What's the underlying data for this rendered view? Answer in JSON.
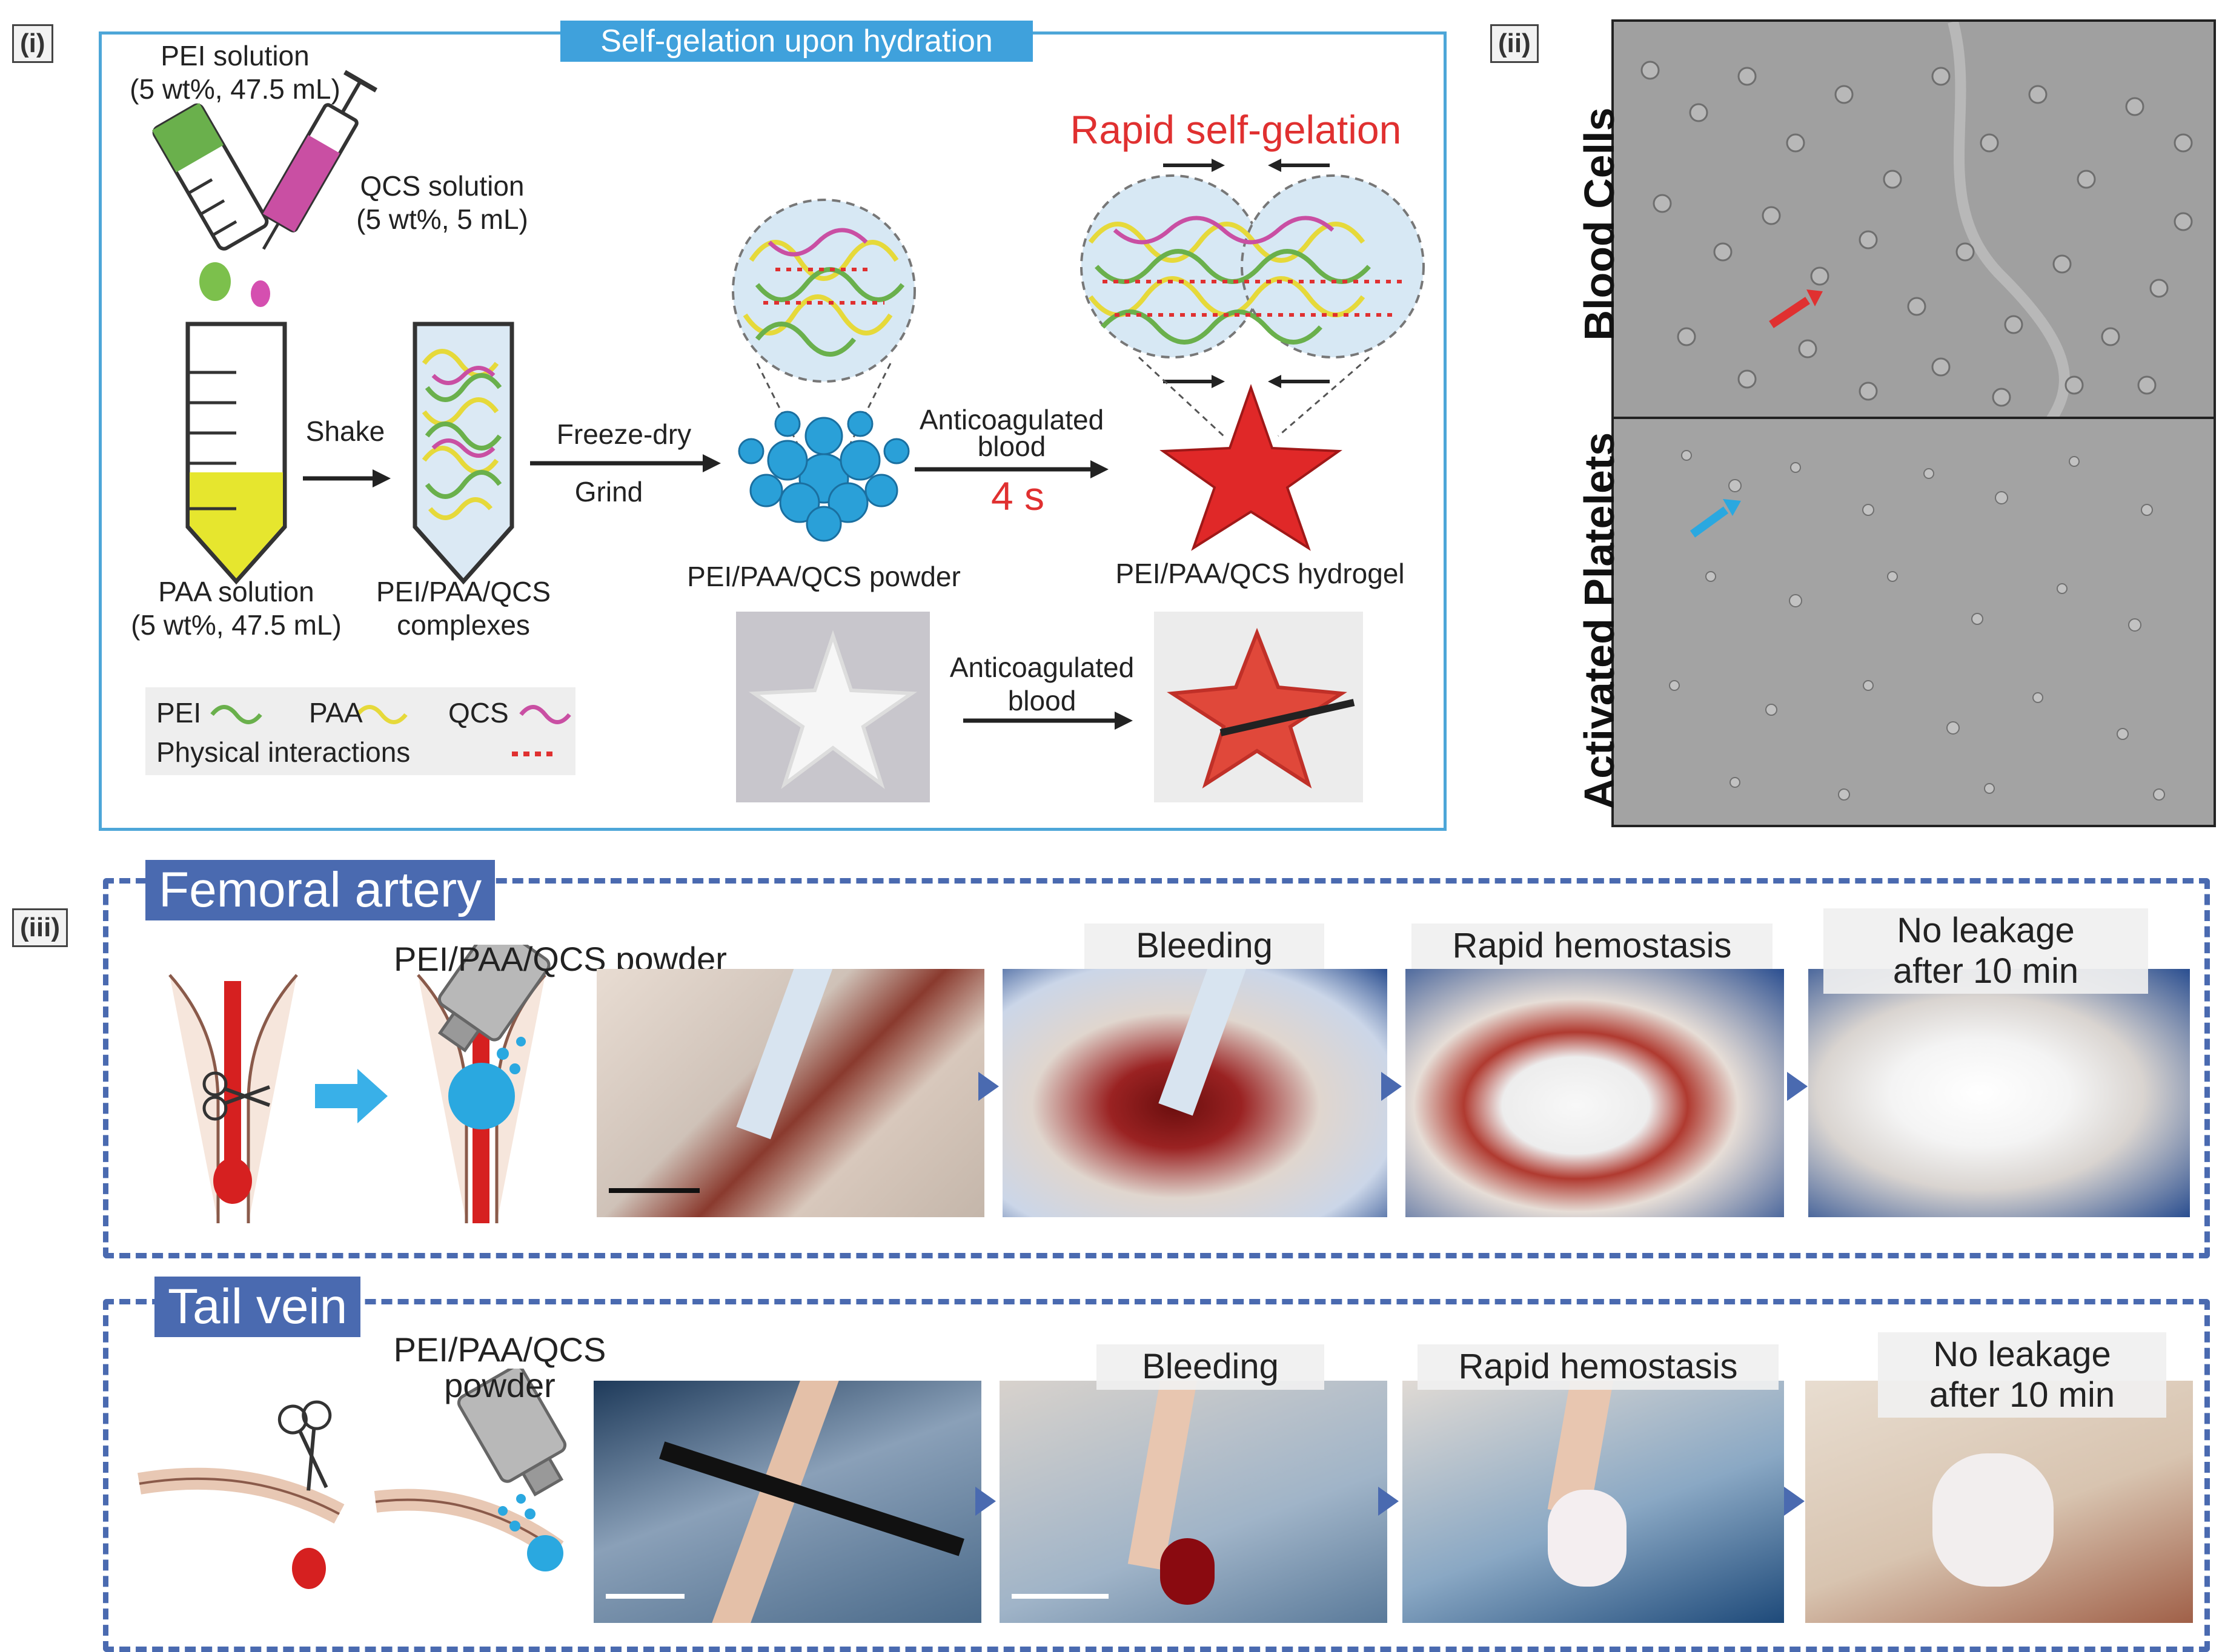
{
  "panels": {
    "i": "(i)",
    "ii": "(ii)",
    "iii": "(iii)"
  },
  "panel_i": {
    "banner": "Self-gelation upon hydration",
    "pei_label": "PEI solution\n(5 wt%, 47.5 mL)",
    "qcs_label": "QCS solution\n(5 wt%, 5 mL)",
    "paa_label": "PAA solution\n(5 wt%, 47.5 mL)",
    "shake": "Shake",
    "complex_label": "PEI/PAA/QCS\ncomplexes",
    "freeze": "Freeze-dry",
    "grind": "Grind",
    "powder_label": "PEI/PAA/QCS powder",
    "anticoag_top": "Anticoagulated\nblood",
    "time": "4 s",
    "rapid": "Rapid self-gelation",
    "hydrogel_label": "PEI/PAA/QCS hydrogel",
    "anticoag_bottom": "Anticoagulated\nblood",
    "legend": {
      "pei": "PEI",
      "paa": "PAA",
      "qcs": "QCS",
      "phys": "Physical interactions"
    },
    "colors": {
      "pei": "#6ab04c",
      "paa": "#e8d93a",
      "qcs": "#c94fa3",
      "phys": "#e03030",
      "accent": "#3fa1dc",
      "red": "#e03030"
    }
  },
  "panel_ii": {
    "top_label": "Blood Cells",
    "bottom_label": "Activated Platelets"
  },
  "panel_iii": {
    "femoral": {
      "header": "Femoral artery",
      "powder_label": "PEI/PAA/QCS powder",
      "titles": [
        "Bleeding",
        "Rapid hemostasis",
        "No leakage\nafter 10 min"
      ]
    },
    "tail": {
      "header": "Tail vein",
      "powder_label": "PEI/PAA/QCS\npowder",
      "titles": [
        "Bleeding",
        "Rapid hemostasis",
        "No leakage\nafter 10 min"
      ]
    }
  }
}
